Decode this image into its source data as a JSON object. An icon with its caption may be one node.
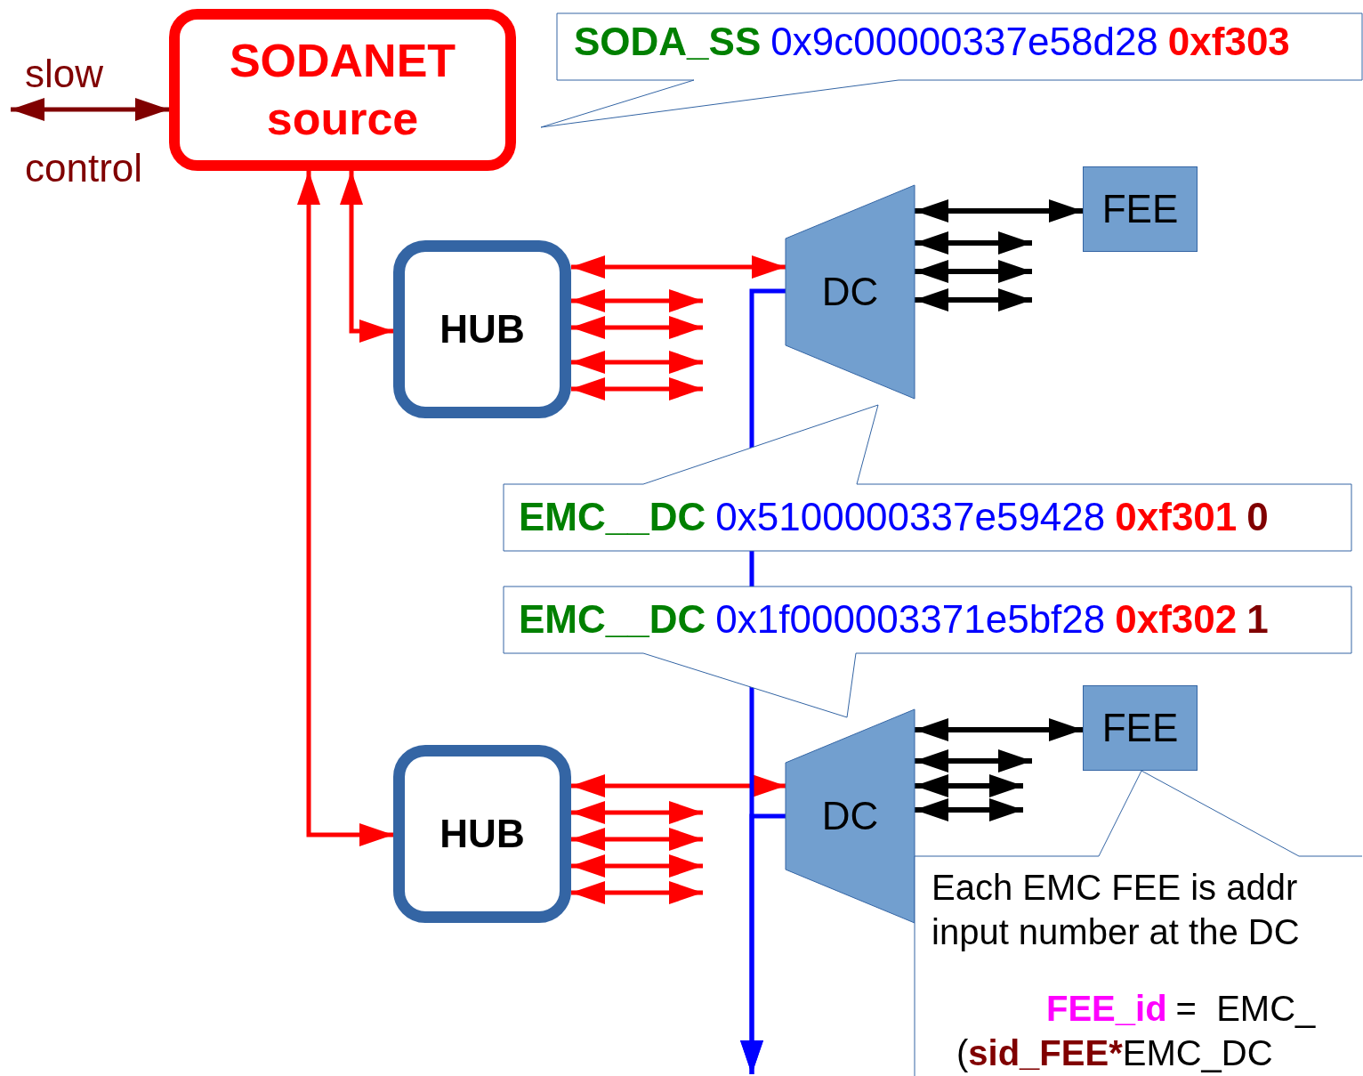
{
  "diagram": {
    "nodes": [
      {
        "text": [
          "SODANET source"
        ]
      },
      {
        "text": [
          "HUB"
        ]
      },
      {
        "text": [
          "HUB"
        ]
      },
      {
        "text": [
          "DC"
        ]
      },
      {
        "text": [
          "DC"
        ]
      },
      {
        "text": [
          "FEE"
        ]
      },
      {
        "text": [
          "FEE"
        ]
      },
      {
        "text": [
          "SODA_SS",
          "0x9c00000337e58d28",
          "0xf303"
        ]
      },
      {
        "text": [
          "EMC__DC",
          "0x5100000337e59428",
          "0xf301",
          "0"
        ]
      },
      {
        "text": [
          "EMC__DC",
          "0x1f000003371e5bf28",
          "0xf302",
          "1"
        ]
      },
      {
        "text": [
          "Each EMC FEE is addr input number at the DC",
          "FEE_id",
          "=  EMC_",
          "(",
          "sid_FEE*",
          "EMC_DC"
        ]
      }
    ],
    "edges": [
      {
        "from": null,
        "to": 0,
        "arrow": "both",
        "color": "#800000"
      },
      {
        "from": 0,
        "to": 1,
        "arrow": "both"
      },
      {
        "from": 0,
        "to": 2,
        "arrow": "both"
      },
      {
        "from": 1,
        "to": 3,
        "arrow": "both"
      },
      {
        "from": 1,
        "to": null,
        "arrow": "both"
      },
      {
        "from": 1,
        "to": null,
        "arrow": "both"
      },
      {
        "from": 1,
        "to": null,
        "arrow": "both"
      },
      {
        "from": 1,
        "to": null,
        "arrow": "both"
      },
      {
        "from": 2,
        "to": 4,
        "arrow": "both"
      },
      {
        "from": 2,
        "to": null,
        "arrow": "both"
      },
      {
        "from": 2,
        "to": null,
        "arrow": "both"
      },
      {
        "from": 2,
        "to": null,
        "arrow": "both"
      },
      {
        "from": 2,
        "to": null,
        "arrow": "both"
      },
      {
        "from": 3,
        "to": 5,
        "arrow": "both",
        "color": "#000000"
      },
      {
        "from": 3,
        "to": null,
        "arrow": "both",
        "color": "#000000"
      },
      {
        "from": 3,
        "to": null,
        "arrow": "both",
        "color": "#000000"
      },
      {
        "from": 3,
        "to": null,
        "arrow": "both",
        "color": "#000000"
      },
      {
        "from": 4,
        "to": 6,
        "arrow": "both",
        "color": "#000000"
      },
      {
        "from": 4,
        "to": null,
        "arrow": "both",
        "color": "#000000"
      },
      {
        "from": 4,
        "to": null,
        "arrow": "both",
        "color": "#000000"
      },
      {
        "from": 4,
        "to": null,
        "arrow": "both",
        "color": "#000000"
      },
      {
        "from": 3,
        "to": null,
        "arrow": "to",
        "color": "#0000ff"
      },
      {
        "from": 4,
        "to": null,
        "arrow": "to",
        "color": "#0000ff"
      }
    ],
    "labels": [
      "slow",
      "control"
    ]
  }
}
